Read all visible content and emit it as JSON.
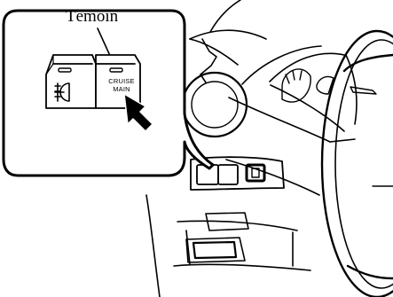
{
  "callout": {
    "label": "Témoin"
  },
  "switch_panel": {
    "left_switch": {
      "icon": "rear-fog-light-icon"
    },
    "right_switch": {
      "line1": "CRUISE",
      "line2": "MAIN",
      "icon": "indicator-light-icon"
    },
    "pointer": {
      "icon": "press-arrow-icon"
    }
  }
}
